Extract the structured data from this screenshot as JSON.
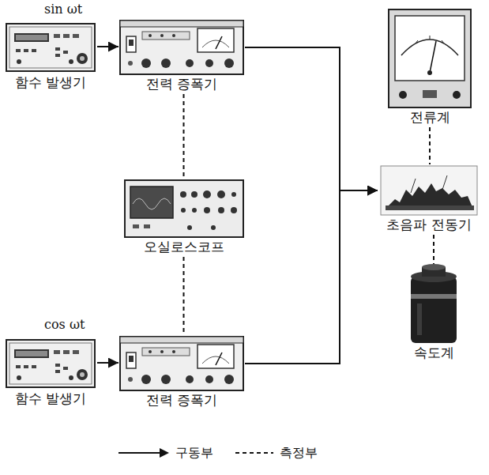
{
  "diagram": {
    "nodes": [
      {
        "text": [
          "함수 발생기"
        ]
      },
      {
        "text": [
          "전력 증폭기"
        ]
      },
      {
        "text": [
          "전류계"
        ]
      },
      {
        "text": [
          "오실로스코프"
        ]
      },
      {
        "text": [
          "초음파 전동기"
        ]
      },
      {
        "text": [
          "속도계"
        ]
      },
      {
        "text": [
          "함수 발생기"
        ]
      },
      {
        "text": [
          "전력 증폭기"
        ]
      }
    ],
    "edges": [
      {
        "from": 0,
        "to": 1,
        "arrow": "to"
      },
      {
        "from": 1,
        "to": 4,
        "arrow": "to"
      },
      {
        "from": 6,
        "to": 7,
        "arrow": "to"
      },
      {
        "from": 7,
        "to": 4,
        "arrow": "to"
      },
      {
        "from": 1,
        "to": 3,
        "arrow": "none"
      },
      {
        "from": 3,
        "to": 7,
        "arrow": "none"
      },
      {
        "from": 2,
        "to": 4,
        "arrow": "none"
      },
      {
        "from": 4,
        "to": 5,
        "arrow": "none"
      }
    ],
    "labels": [
      "sin ωt",
      "cos ωt"
    ],
    "legend": [
      {
        "text": "구동부"
      },
      {
        "text": "측정부"
      }
    ]
  }
}
